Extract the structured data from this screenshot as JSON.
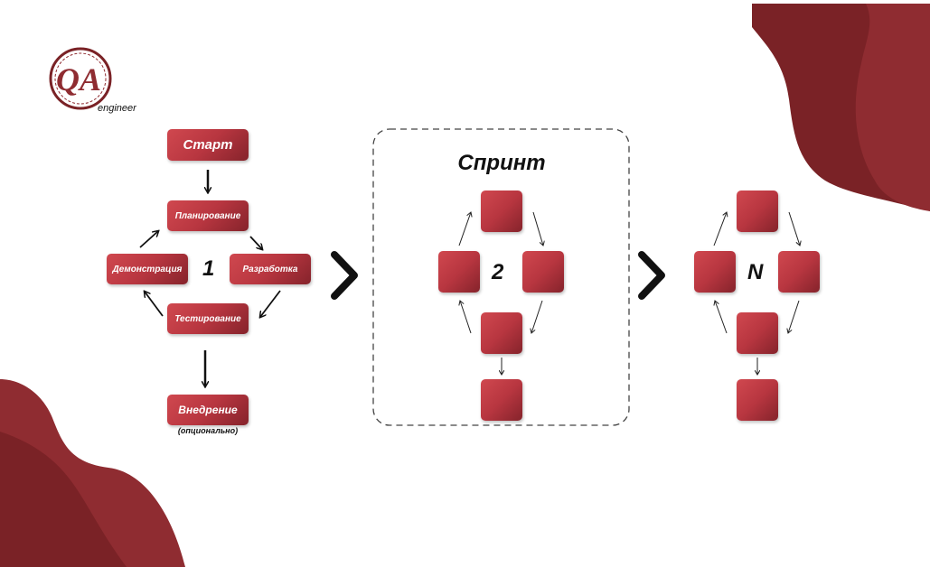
{
  "logo": {
    "letters": "QA",
    "sub": "engineer"
  },
  "flow": {
    "start": "Старт",
    "planning": "Планирование",
    "development": "Разработка",
    "testing": "Тестирование",
    "demo": "Демонстрация",
    "cycle_number": "1",
    "deploy": "Внедрение",
    "deploy_note": "(опционально)"
  },
  "sprint": {
    "title": "Спринт",
    "number": "2"
  },
  "last": {
    "number": "N"
  },
  "colors": {
    "primary": "#b83640",
    "dark": "#85232b",
    "blob": "#8c2a2f"
  }
}
